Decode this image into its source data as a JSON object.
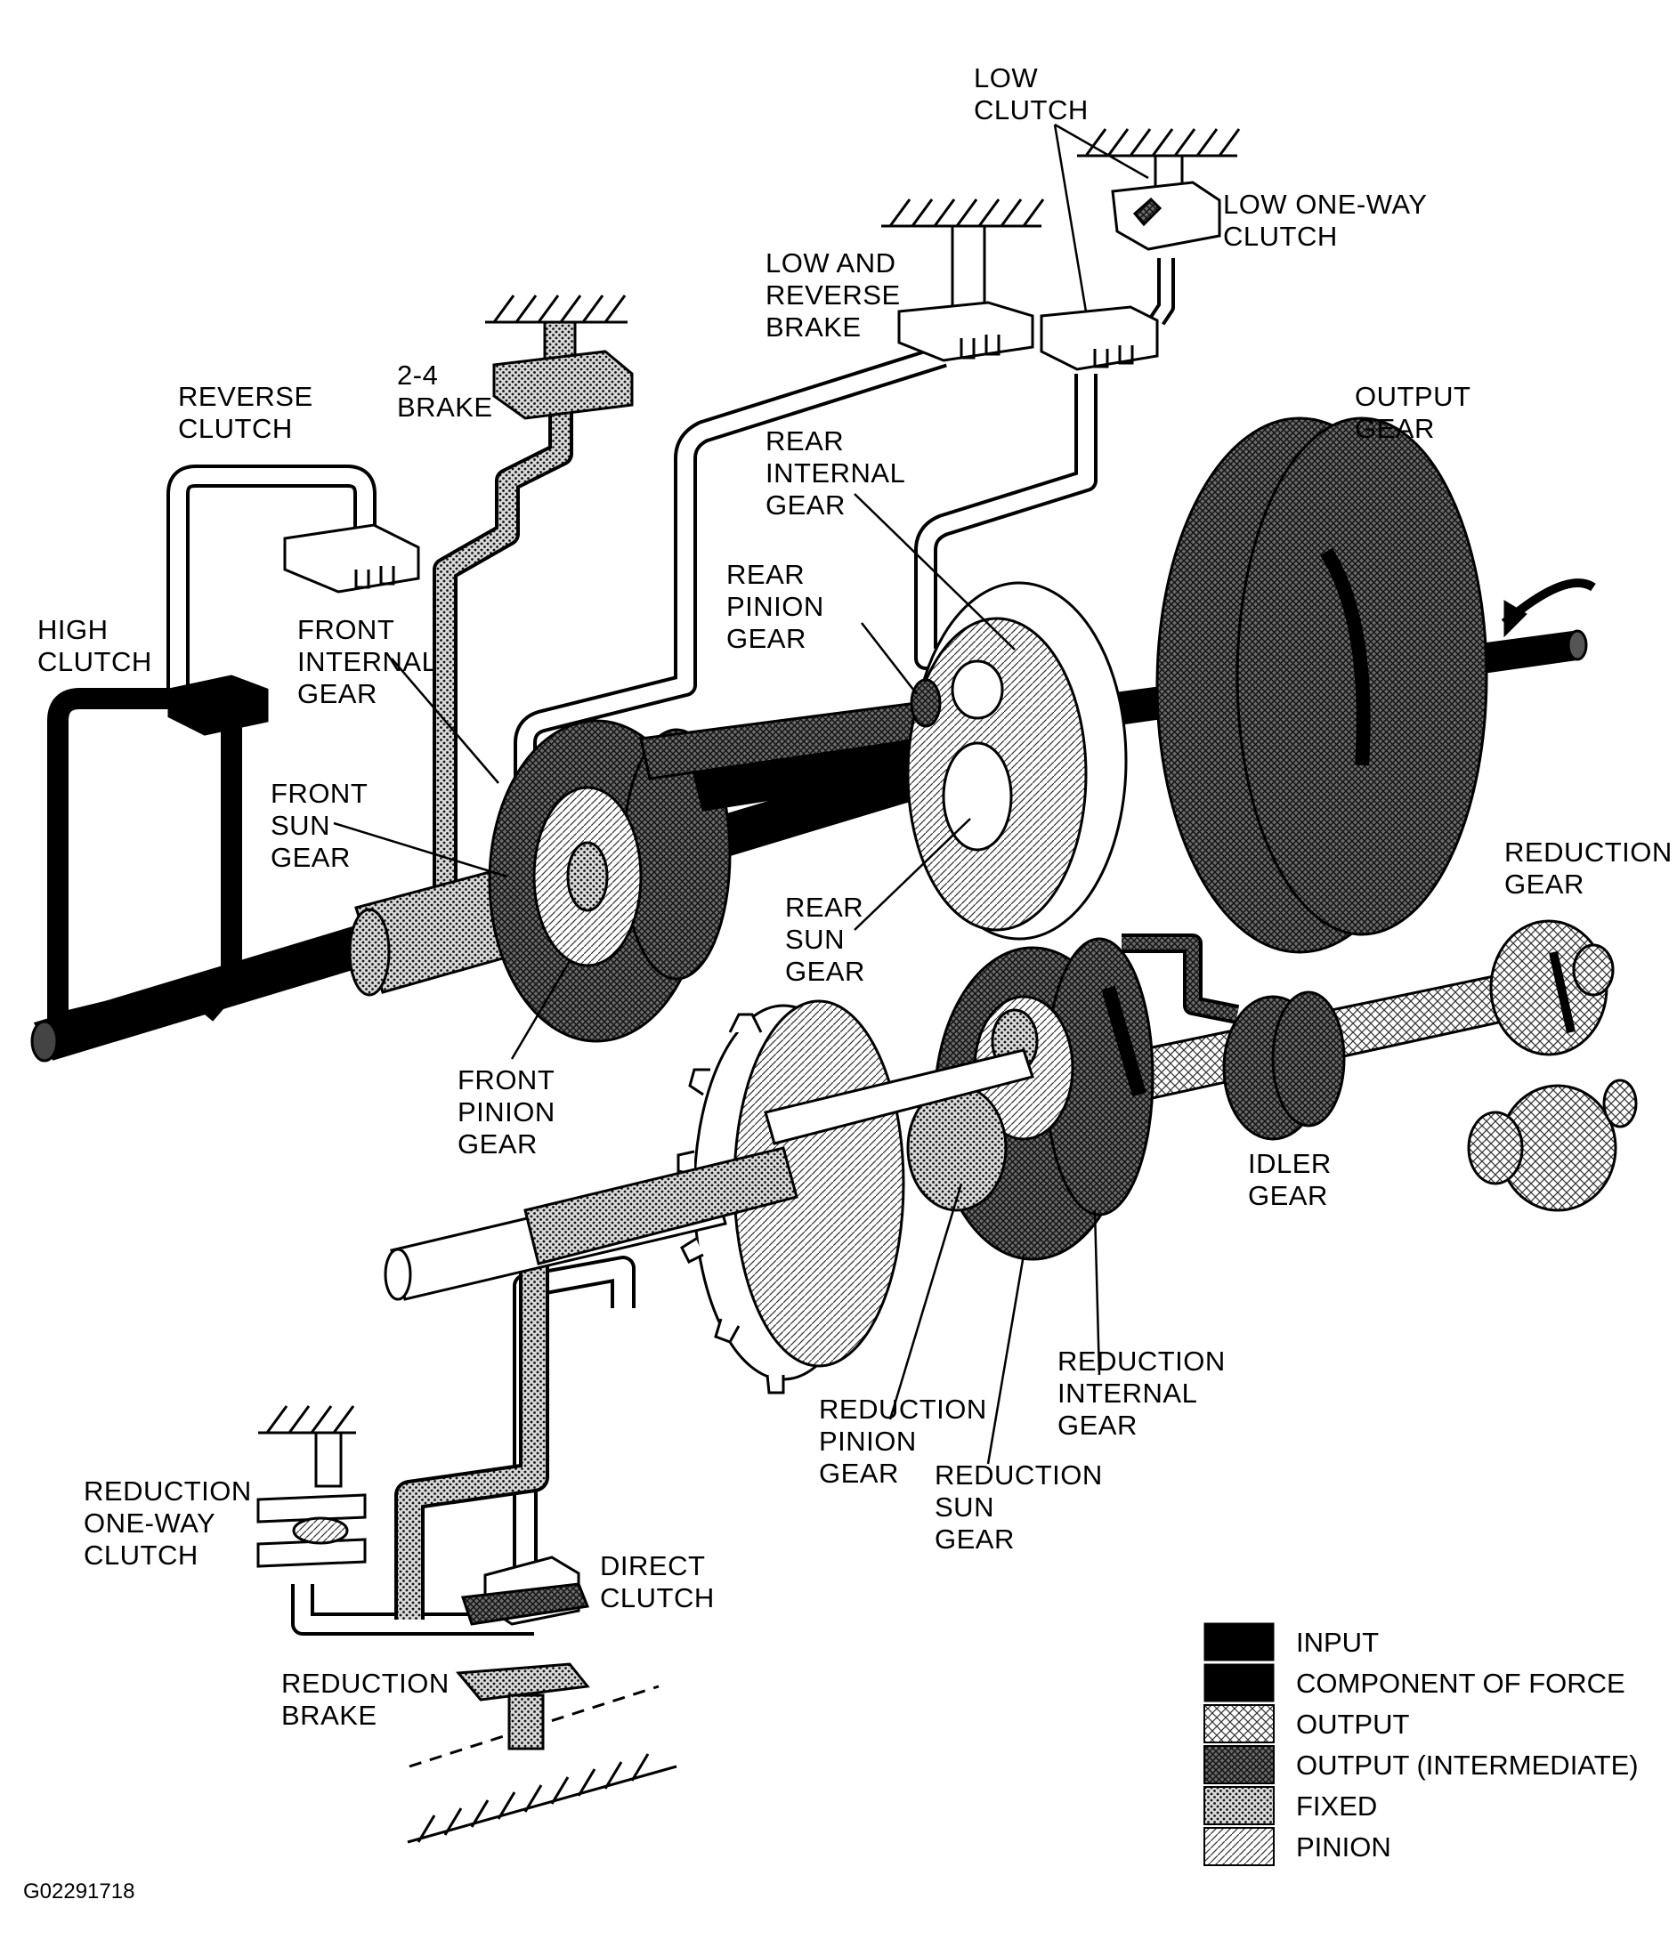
{
  "labels": {
    "low_clutch": [
      "LOW",
      "CLUTCH"
    ],
    "low_one_way_clutch": [
      "LOW ONE-WAY",
      "CLUTCH"
    ],
    "low_and_reverse_brake": [
      "LOW AND",
      "REVERSE",
      "BRAKE"
    ],
    "brake_2_4": [
      "2-4",
      "BRAKE"
    ],
    "output_gear": [
      "OUTPUT",
      "GEAR"
    ],
    "reverse_clutch": [
      "REVERSE",
      "CLUTCH"
    ],
    "rear_internal_gear": [
      "REAR",
      "INTERNAL",
      "GEAR"
    ],
    "high_clutch": [
      "HIGH",
      "CLUTCH"
    ],
    "front_internal_gear": [
      "FRONT",
      "INTERNAL",
      "GEAR"
    ],
    "rear_pinion_gear": [
      "REAR",
      "PINION",
      "GEAR"
    ],
    "front_sun_gear": [
      "FRONT",
      "SUN",
      "GEAR"
    ],
    "reduction_gear": [
      "REDUCTION",
      "GEAR"
    ],
    "rear_sun_gear": [
      "REAR",
      "SUN",
      "GEAR"
    ],
    "front_pinion_gear": [
      "FRONT",
      "PINION",
      "GEAR"
    ],
    "idler_gear": [
      "IDLER",
      "GEAR"
    ],
    "reduction_internal_gear": [
      "REDUCTION",
      "INTERNAL",
      "GEAR"
    ],
    "reduction_pinion_gear": [
      "REDUCTION",
      "PINION",
      "GEAR"
    ],
    "reduction_sun_gear": [
      "REDUCTION",
      "SUN",
      "GEAR"
    ],
    "reduction_one_way_clutch": [
      "REDUCTION",
      "ONE-WAY",
      "CLUTCH"
    ],
    "direct_clutch": [
      "DIRECT",
      "CLUTCH"
    ],
    "reduction_brake": [
      "REDUCTION",
      "BRAKE"
    ]
  },
  "legend": [
    {
      "label": "INPUT",
      "fill": "solid-black"
    },
    {
      "label": "COMPONENT OF FORCE",
      "fill": "solid-black"
    },
    {
      "label": "OUTPUT",
      "fill": "crosshatch-light"
    },
    {
      "label": "OUTPUT (INTERMEDIATE)",
      "fill": "crosshatch-dark"
    },
    {
      "label": "FIXED",
      "fill": "dots"
    },
    {
      "label": "PINION",
      "fill": "diagonal-lines"
    }
  ],
  "figure_id": "G02291718"
}
